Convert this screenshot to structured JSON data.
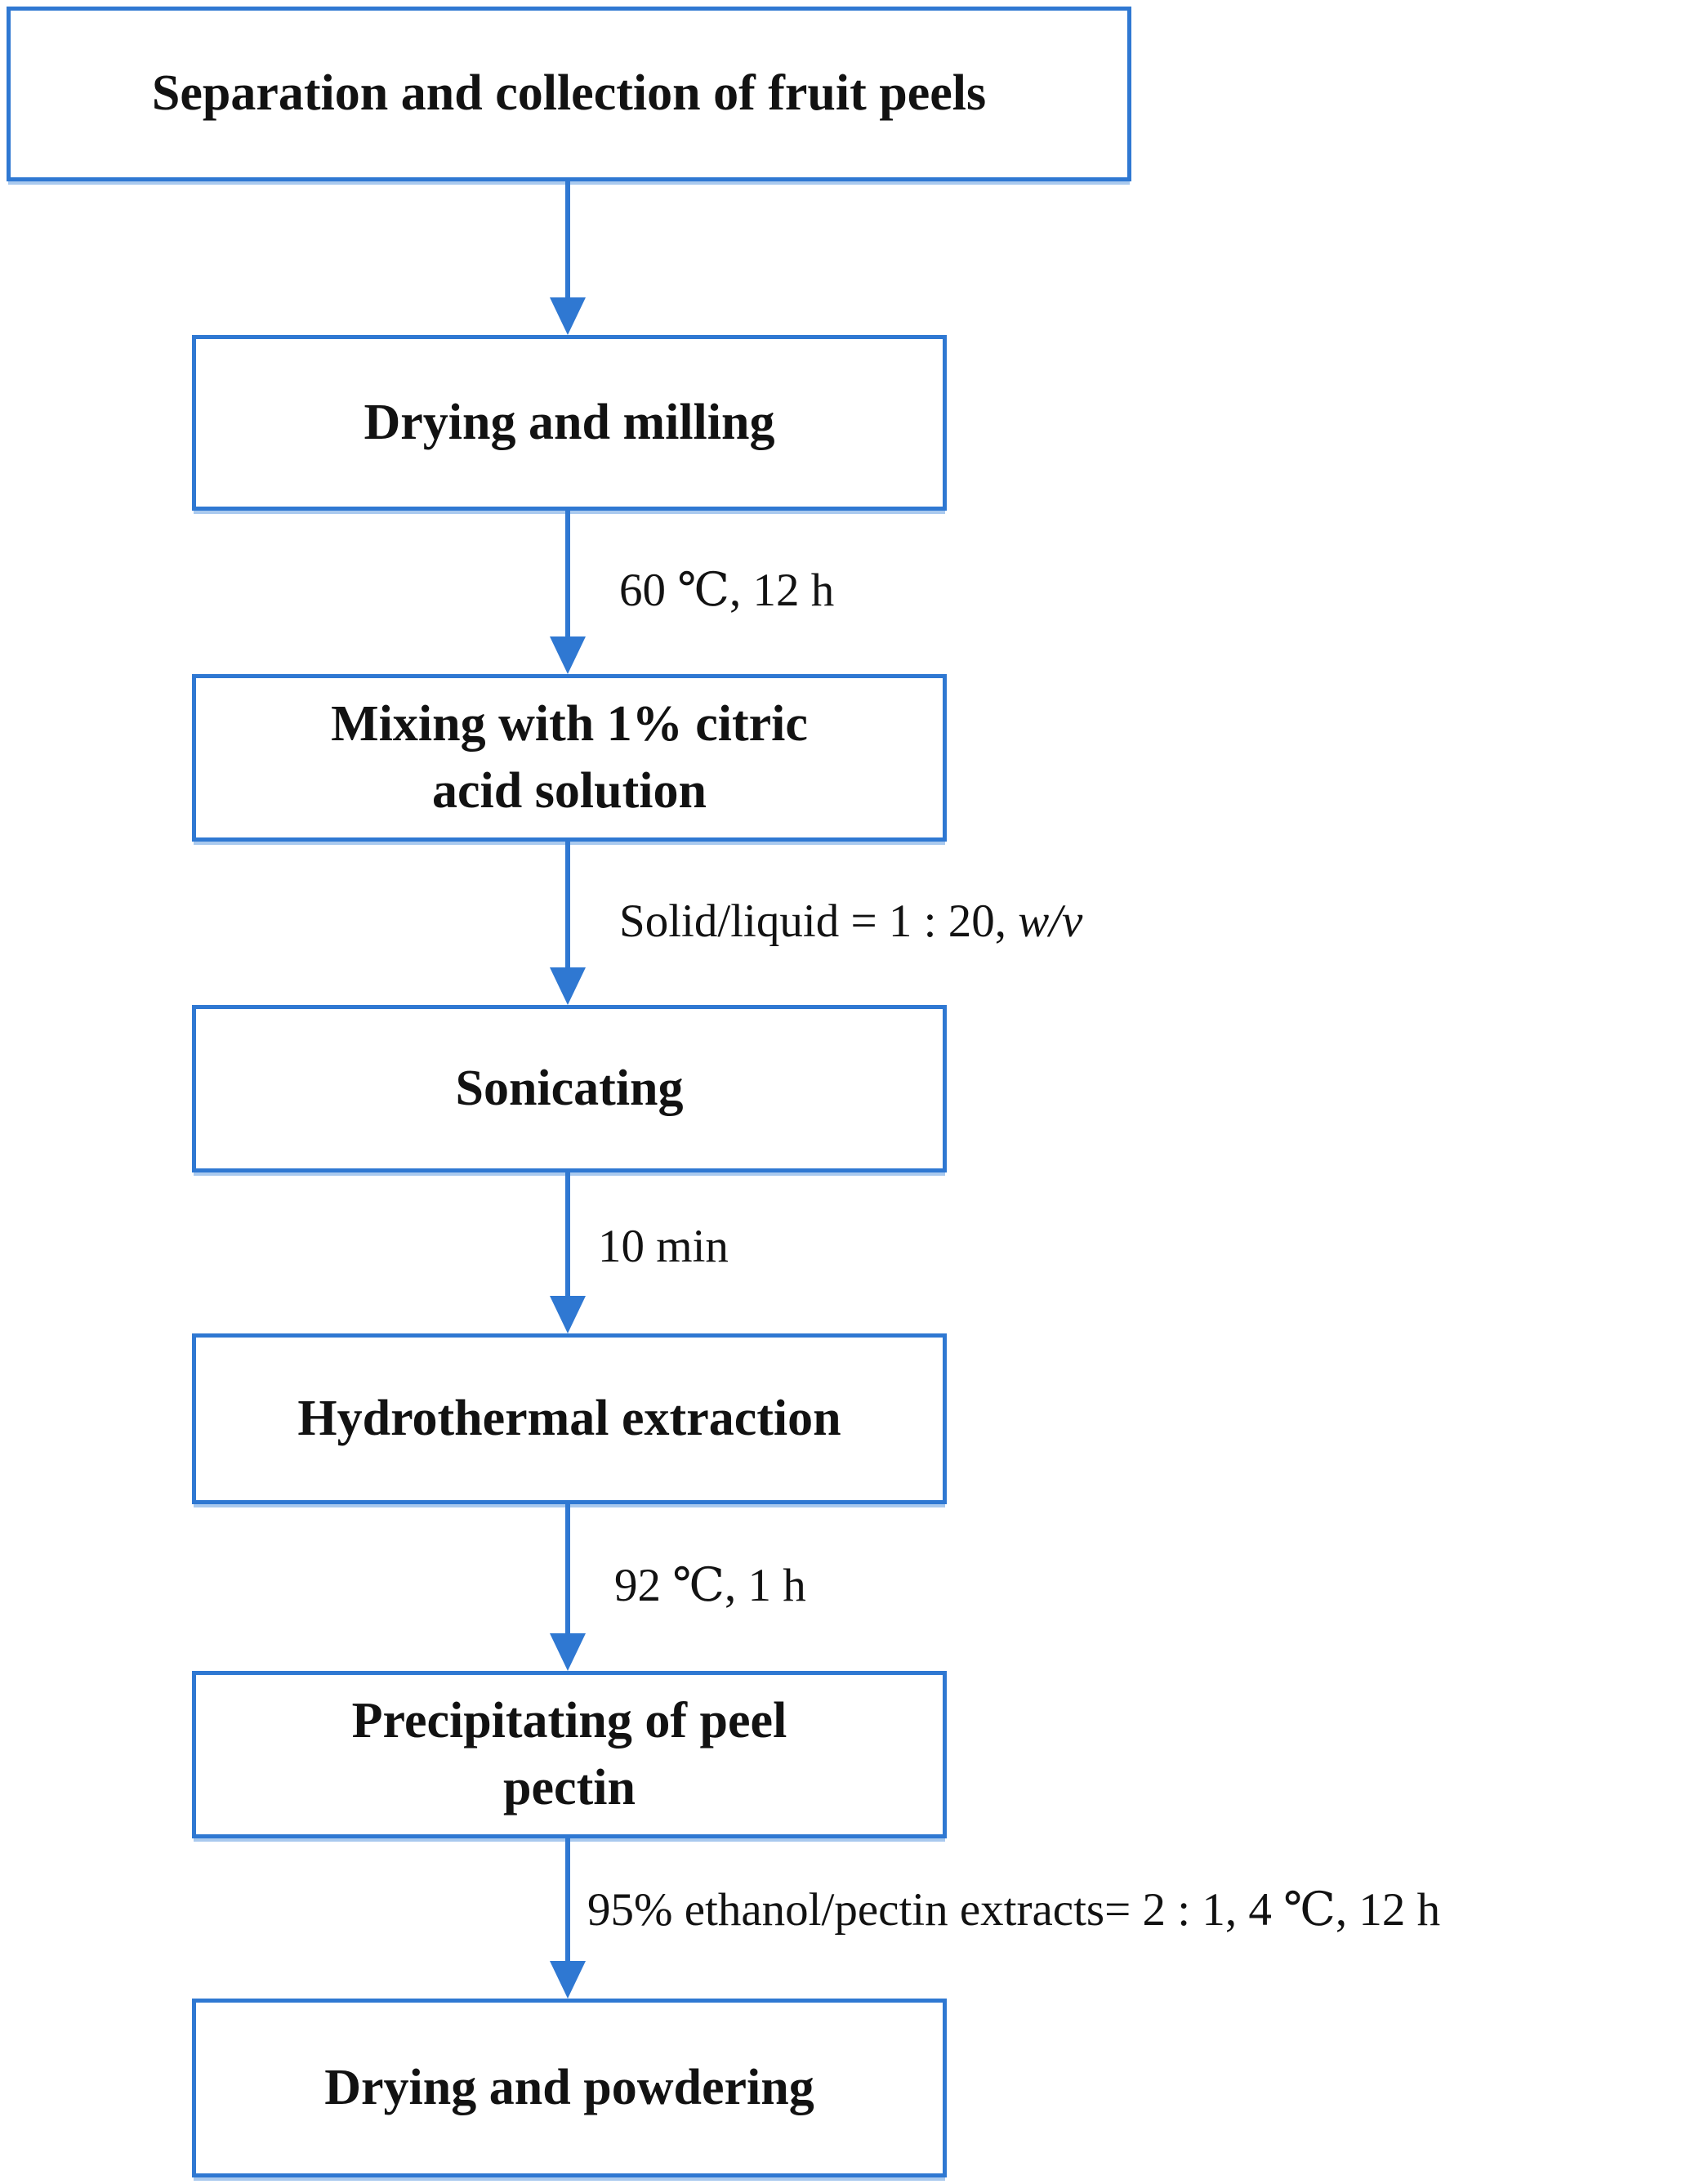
{
  "flowchart": {
    "background_color": "#FFFFFF",
    "line_color": "#2F78D2",
    "text_color": "#121212",
    "steps": [
      {
        "label": "Separation and collection of fruit peels"
      },
      {
        "label": "Drying and milling"
      },
      {
        "label": "Mixing with 1% citric\nacid solution"
      },
      {
        "label": "Sonicating"
      },
      {
        "label": "Hydrothermal extraction"
      },
      {
        "label": "Precipitating of peel\npectin"
      },
      {
        "label": "Drying and powdering"
      }
    ],
    "edges": [
      {
        "label": ""
      },
      {
        "label": "60 ℃, 12 h"
      },
      {
        "label_prefix": "Solid/liquid = 1 : 20, ",
        "label_italic": "w/v"
      },
      {
        "label": "10 min"
      },
      {
        "label": "92 ℃, 1 h"
      },
      {
        "label": "95% ethanol/pectin extracts= 2 : 1, 4 ℃, 12 h"
      }
    ]
  }
}
